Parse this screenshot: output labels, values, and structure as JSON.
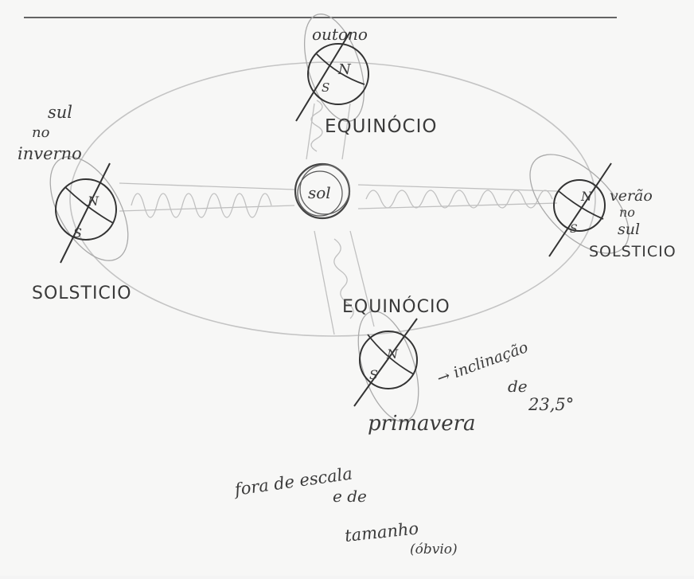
{
  "labels": {
    "autumn": "outono",
    "equinox_top": "EQUINÓCIO",
    "south_winter": [
      "sul",
      "no",
      "inverno"
    ],
    "sun": "sol",
    "summer_south": [
      "verão",
      "no",
      "sul"
    ],
    "solstice_right": "SOLSTICIO",
    "solstice_left": "SOLSTICIO",
    "equinox_bottom": "EQUINÓCIO",
    "spring": "primavera",
    "tilt_arrow": "→ inclinação",
    "tilt_de": "de",
    "tilt_value": "23,5°",
    "note": [
      "fora de escala",
      "e de",
      "tamanho",
      "(óbvio)"
    ],
    "north": "N",
    "south": "S"
  },
  "colors": {
    "pencil": "#3a3a3a",
    "faint": "#b8b8b8"
  }
}
